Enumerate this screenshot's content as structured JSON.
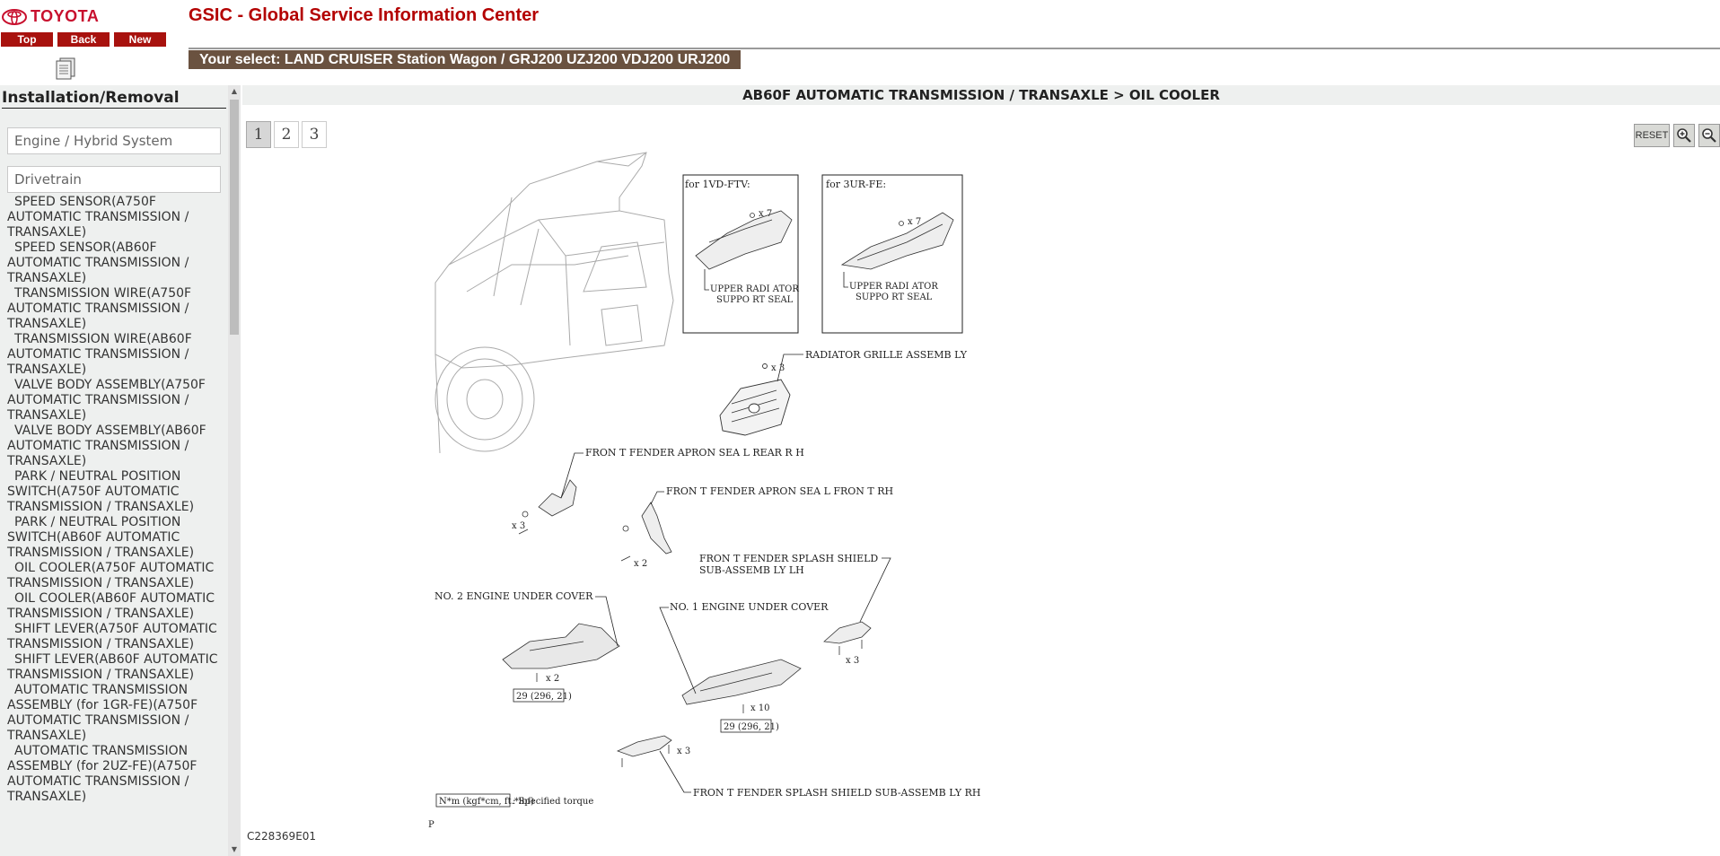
{
  "header": {
    "brand": "TOYOTA",
    "app_title": "GSIC - Global Service Information Center",
    "nav": {
      "top": "Top",
      "back": "Back",
      "new": "New"
    },
    "selection": "Your select: LAND CRUISER Station Wagon / GRJ200 UZJ200 VDJ200 URJ200"
  },
  "sidebar": {
    "heading": "Installation/Removal",
    "categories": [
      "Engine / Hybrid System",
      "Drivetrain"
    ],
    "items": [
      "SPEED SENSOR(A750F AUTOMATIC TRANSMISSION / TRANSAXLE)",
      "SPEED SENSOR(AB60F AUTOMATIC TRANSMISSION / TRANSAXLE)",
      "TRANSMISSION WIRE(A750F AUTOMATIC TRANSMISSION / TRANSAXLE)",
      "TRANSMISSION WIRE(AB60F AUTOMATIC TRANSMISSION / TRANSAXLE)",
      "VALVE BODY ASSEMBLY(A750F AUTOMATIC TRANSMISSION / TRANSAXLE)",
      "VALVE BODY ASSEMBLY(AB60F AUTOMATIC TRANSMISSION / TRANSAXLE)",
      "PARK / NEUTRAL POSITION SWITCH(A750F AUTOMATIC TRANSMISSION / TRANSAXLE)",
      "PARK / NEUTRAL POSITION SWITCH(AB60F AUTOMATIC TRANSMISSION / TRANSAXLE)",
      "OIL COOLER(A750F AUTOMATIC TRANSMISSION / TRANSAXLE)",
      "OIL COOLER(AB60F AUTOMATIC TRANSMISSION / TRANSAXLE)",
      "SHIFT LEVER(A750F AUTOMATIC TRANSMISSION / TRANSAXLE)",
      "SHIFT LEVER(AB60F AUTOMATIC TRANSMISSION / TRANSAXLE)",
      "AUTOMATIC TRANSMISSION ASSEMBLY (for 1GR-FE)(A750F AUTOMATIC TRANSMISSION / TRANSAXLE)",
      "AUTOMATIC TRANSMISSION ASSEMBLY (for 2UZ-FE)(A750F AUTOMATIC TRANSMISSION / TRANSAXLE)"
    ]
  },
  "main": {
    "title": "AB60F AUTOMATIC TRANSMISSION / TRANSAXLE > OIL COOLER",
    "pages": [
      "1",
      "2",
      "3"
    ],
    "active_page": "1",
    "reset_label": "RESET",
    "diagram_code": "C228369E01",
    "diagram": {
      "box1_title": "for 1VD-FTV:",
      "box2_title": "for 3UR-FE:",
      "box1_qty": "x 7",
      "box2_qty": "x 7",
      "box1_part_l1": "UPPER RADI ATOR",
      "box1_part_l2": "SUPPO RT SEAL",
      "box2_part_l1": "UPPER RADI ATOR",
      "box2_part_l2": "SUPPO RT SEAL",
      "grille": "RADIATOR GRILLE ASSEMB LY",
      "grille_qty": "x 3",
      "apron_rear": "FRON T FENDER APRON SEA   L REAR R H",
      "apron_rear_qty": "x 3",
      "apron_front": "FRON T FENDER APRON SEA   L FRON T RH",
      "apron_front_qty": "x 2",
      "splash_lh_l1": "FRON T FENDER SPLASH SHIELD",
      "splash_lh_l2": "SUB-ASSEMB LY LH",
      "splash_lh_qty": "x 3",
      "no2_cover": "NO. 2 ENGINE UNDER COVER",
      "no2_qty": "x 2",
      "no2_torque": "29 (296, 21)",
      "no1_cover": "NO. 1 ENGINE UNDER COVER",
      "no1_qty": "x 10",
      "no1_torque": "29 (296, 21)",
      "splash_rh_qty": "x 3",
      "splash_rh": "FRON T FENDER SPLASH SHIELD SUB-ASSEMB    LY RH",
      "legend_box": "N*m (kgf*cm, ft.*lbf)",
      "legend_text": ": Specified torque",
      "corner_mark": "P"
    }
  },
  "colors": {
    "brand_red": "#c8102e",
    "nav_red": "#a8120e",
    "select_bar": "#6a5240",
    "sidebar_bg": "#eef0ef"
  }
}
